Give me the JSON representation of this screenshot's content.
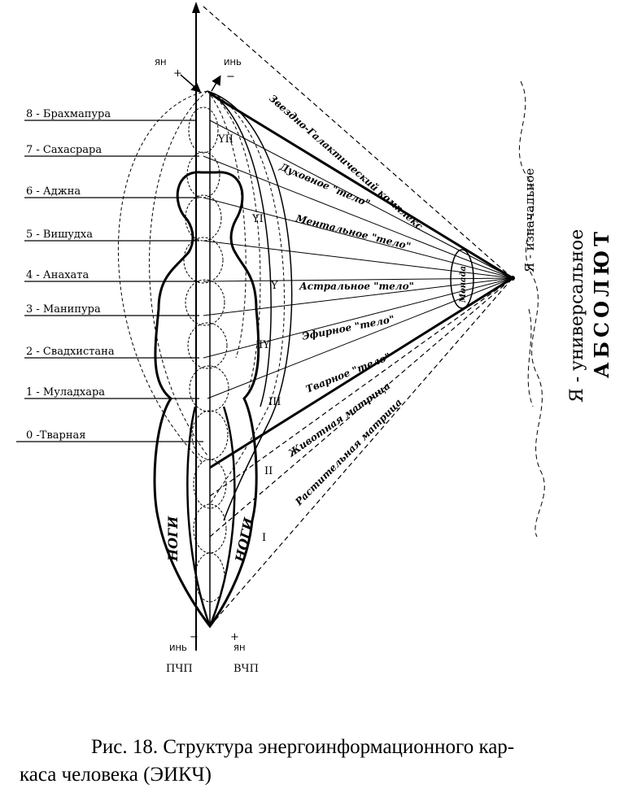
{
  "figure": {
    "pole_top": {
      "yang": "ЯН",
      "yang_sign": "+",
      "yin": "ИНЬ",
      "yin_sign": "−"
    },
    "pole_bottom": {
      "yin": "ИНЬ",
      "yin_sign": "−",
      "yang": "ЯН",
      "yang_sign": "+",
      "left_channel": "ПЧП",
      "right_channel": "ВЧП"
    },
    "chakras": [
      "8 - Брахмапура",
      "7 - Сахасрара",
      "6 - Аджна",
      "5 - Вишудха",
      "4 - Анахата",
      "3 - Манипура",
      "2 - Свадхистана",
      "1 - Муладхара",
      "0 -Тварная"
    ],
    "levels": [
      "YII",
      "YI",
      "Y",
      "IY",
      "III",
      "II",
      "I"
    ],
    "bodies": [
      "Звездно-Галактический комплекс",
      "Духовное \"тело\"",
      "Ментальное \"тело\"",
      "Астральное \"тело\"",
      "Эфирное \"тело\"",
      "Тварное \"тело\"",
      "Животная матрица",
      "Растительная матрица"
    ],
    "legs_left": "НОГИ",
    "legs_right": "НОГИ",
    "monad": "Монада",
    "source_primordial": "Я - изначальное",
    "source_universal": "Я - универсальное",
    "absolute": "АБСОЛЮТ"
  },
  "caption": {
    "line1": "Рис. 18. Структура энергоинформационного кар-",
    "line2": "каса человека (ЭИКЧ)"
  }
}
